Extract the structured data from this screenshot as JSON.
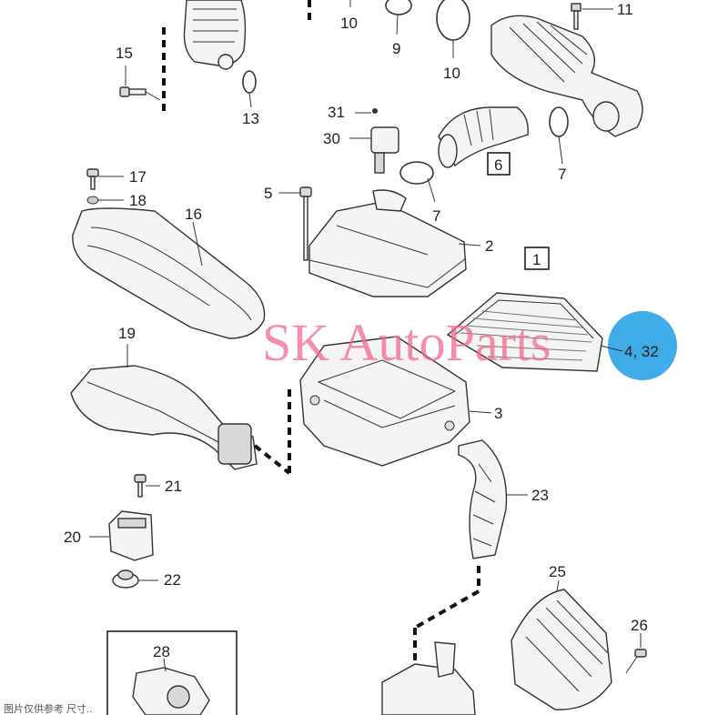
{
  "diagram": {
    "callouts": {
      "c1": "1",
      "c2": "2",
      "c3": "3",
      "c4_32": "4, 32",
      "c5": "5",
      "c6": "6",
      "c7a": "7",
      "c7b": "7",
      "c9": "9",
      "c10a": "10",
      "c10b": "10",
      "c11": "11",
      "c13": "13",
      "c15": "15",
      "c16": "16",
      "c17": "17",
      "c18": "18",
      "c19": "19",
      "c20": "20",
      "c21": "21",
      "c22": "22",
      "c23": "23",
      "c25": "25",
      "c26": "26",
      "c28": "28",
      "c30": "30",
      "c31": "31"
    },
    "watermark": "SK AutoParts",
    "corner_text": "图片仅供参考 尺寸..",
    "highlight_color": "#2aa3e6",
    "watermark_color": "#f26a8d"
  }
}
